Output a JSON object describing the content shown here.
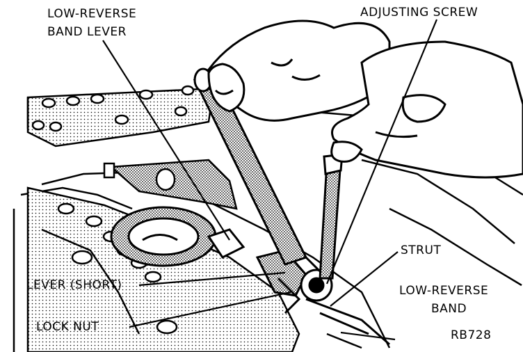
{
  "figure": {
    "callouts": {
      "low_reverse_band_lever": [
        "LOW-REVERSE",
        "BAND LEVER"
      ],
      "adjusting_screw": "ADJUSTING SCREW",
      "strut": "STRUT",
      "low_reverse_band": [
        "LOW-REVERSE",
        "BAND"
      ],
      "lever_short": "LEVER (SHORT)",
      "lock_nut": "LOCK NUT"
    },
    "figure_code": "RB728"
  },
  "colors": {
    "ink": "#000000",
    "paper": "#ffffff",
    "halftone": "#8c8c8c"
  }
}
